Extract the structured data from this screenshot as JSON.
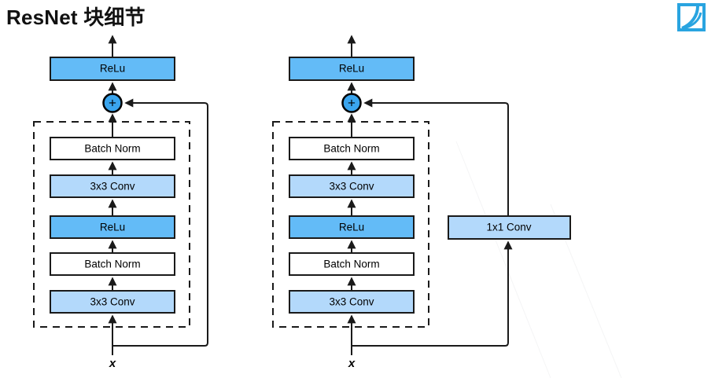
{
  "slide": {
    "title": "ResNet 块细节",
    "background_color": "#ffffff",
    "logo": {
      "name": "d2l-logo",
      "color": "#29a4e0"
    }
  },
  "palette": {
    "relu_fill": "#63bbf7",
    "conv_fill": "#b3d9fb",
    "plain_fill": "#ffffff",
    "stroke": "#1a1a1a",
    "plus_fill": "#3aa5ee"
  },
  "diagram": {
    "type": "flowchart",
    "blocks_left": [
      {
        "label": "3x3 Conv",
        "style": "conv"
      },
      {
        "label": "Batch Norm",
        "style": "plain"
      },
      {
        "label": "ReLu",
        "style": "relu"
      },
      {
        "label": "3x3 Conv",
        "style": "conv"
      },
      {
        "label": "Batch Norm",
        "style": "plain"
      }
    ],
    "blocks_right": [
      {
        "label": "3x3 Conv",
        "style": "conv"
      },
      {
        "label": "Batch Norm",
        "style": "plain"
      },
      {
        "label": "ReLu",
        "style": "relu"
      },
      {
        "label": "3x3 Conv",
        "style": "conv"
      },
      {
        "label": "Batch Norm",
        "style": "plain"
      }
    ],
    "left_block": {
      "name": "residual-block-identity",
      "output_activation": "ReLu",
      "add_symbol": "+",
      "input_label": "x",
      "shortcut": "identity"
    },
    "right_block": {
      "name": "residual-block-1x1conv",
      "output_activation": "ReLu",
      "add_symbol": "+",
      "input_label": "x",
      "shortcut": "1x1 Conv",
      "shortcut_label": "1x1 Conv"
    }
  }
}
